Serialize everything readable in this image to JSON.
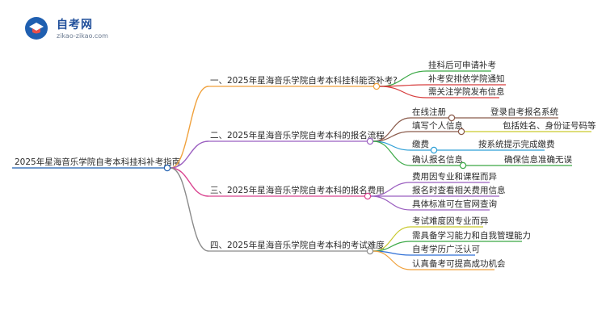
{
  "logo": {
    "title": "自考网",
    "url": "zikao-zikao.com",
    "icon": "graduation-cap-icon"
  },
  "mindmap": {
    "root": "2025年星海音乐学院自考本科挂科补考指南",
    "branches": [
      {
        "label": "一、2025年星海音乐学院自考本科挂科能否补考?",
        "color": "#f0a13c",
        "children": [
          {
            "label": "挂科后可申请补考",
            "color": "#3aa845"
          },
          {
            "label": "补考安排依学院通知",
            "color": "#d63b3b"
          },
          {
            "label": "需关注学院发布信息",
            "color": "#d63b3b"
          }
        ]
      },
      {
        "label": "二、2025年星海音乐学院自考本科的报名流程",
        "color": "#9b5fc0",
        "children": [
          {
            "label": "在线注册",
            "color": "#8a5a4a",
            "sub": {
              "label": "登录自考报名系统",
              "color": "#8a5a4a"
            }
          },
          {
            "label": "填写个人信息",
            "color": "#8a5a4a",
            "sub": {
              "label": "包括姓名、身份证号码等",
              "color": "#c9c92e"
            }
          },
          {
            "label": "缴费",
            "color": "#2e9fd6",
            "sub": {
              "label": "按系统提示完成缴费",
              "color": "#2e9fd6"
            }
          },
          {
            "label": "确认报名信息",
            "color": "#3aa845",
            "sub": {
              "label": "确保信息准确无误",
              "color": "#3aa845"
            }
          }
        ]
      },
      {
        "label": "三、2025年星海音乐学院自考本科的报名费用",
        "color": "#d9438f",
        "children": [
          {
            "label": "费用因专业和课程而异",
            "color": "#9b5fc0"
          },
          {
            "label": "报名时查看相关费用信息",
            "color": "#9b5fc0"
          },
          {
            "label": "具体标准可在官网查询",
            "color": "#9b5fc0"
          }
        ]
      },
      {
        "label": "四、2025年星海音乐学院自考本科的考试难度",
        "color": "#8a8a8a",
        "children": [
          {
            "label": "考试难度因专业而异",
            "color": "#c9c92e"
          },
          {
            "label": "需具备学习能力和自我管理能力",
            "color": "#3aa845"
          },
          {
            "label": "自考学历广泛认可",
            "color": "#2e6fd6"
          },
          {
            "label": "认真备考可提高成功机会",
            "color": "#f0a13c"
          }
        ]
      }
    ]
  }
}
